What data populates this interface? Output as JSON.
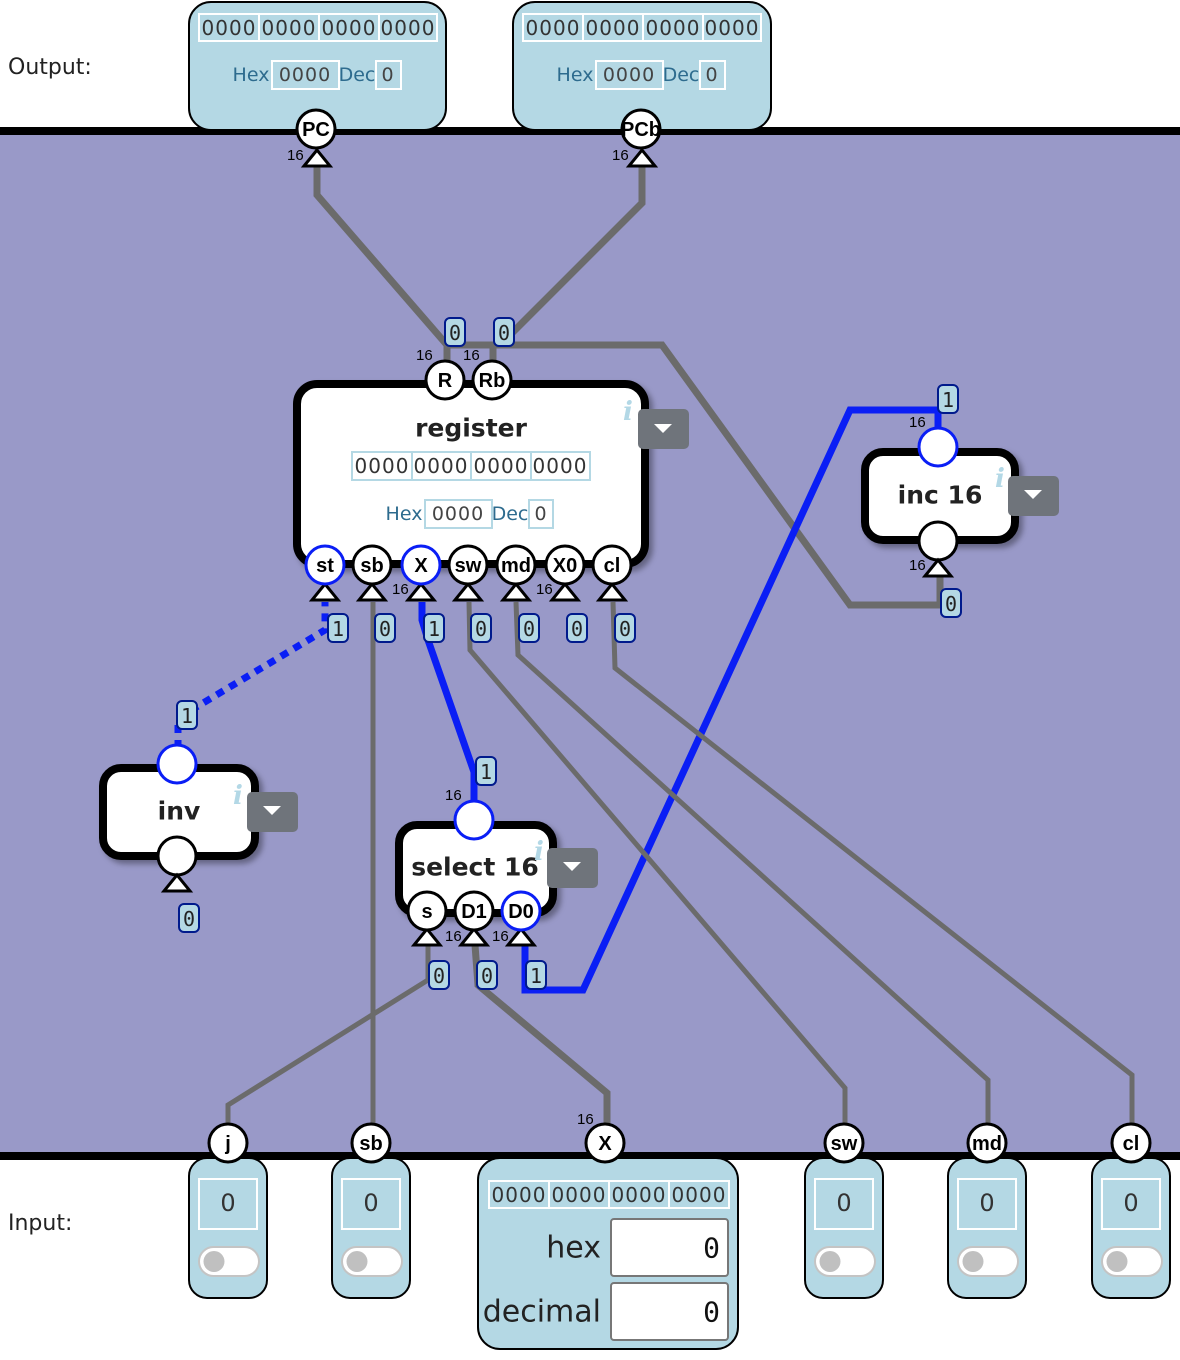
{
  "sections": {
    "output_label": "Output:",
    "input_label": "Input:"
  },
  "colors": {
    "canvas_bg": "#9999c8",
    "panel_bg": "#b4d8e4",
    "wire_off": "#6b6b6b",
    "wire_on": "#0a1ef5",
    "menu_button": "#6f747b"
  },
  "outputs": [
    {
      "pin": "PC",
      "width": "16",
      "bits": [
        "0000",
        "0000",
        "0000",
        "0000"
      ],
      "hex_label": "Hex",
      "hex": "0000",
      "dec_label": "Dec",
      "dec": "0"
    },
    {
      "pin": "PCb",
      "width": "16",
      "bits": [
        "0000",
        "0000",
        "0000",
        "0000"
      ],
      "hex_label": "Hex",
      "hex": "0000",
      "dec_label": "Dec",
      "dec": "0"
    }
  ],
  "chips": {
    "register": {
      "title": "register",
      "bits": [
        "0000",
        "0000",
        "0000",
        "0000"
      ],
      "hex_label": "Hex",
      "hex": "0000",
      "dec_label": "Dec",
      "dec": "0",
      "out_pins": [
        {
          "name": "R",
          "width": "16",
          "value": "0"
        },
        {
          "name": "Rb",
          "width": "16",
          "value": "0"
        }
      ],
      "in_pins": [
        {
          "name": "st",
          "width": "",
          "value": "1",
          "active": true
        },
        {
          "name": "sb",
          "width": "",
          "value": "0",
          "active": false
        },
        {
          "name": "X",
          "width": "16",
          "value": "1",
          "active": true
        },
        {
          "name": "sw",
          "width": "",
          "value": "0",
          "active": false
        },
        {
          "name": "md",
          "width": "",
          "value": "0",
          "active": false
        },
        {
          "name": "X0",
          "width": "16",
          "value": "0",
          "active": false
        },
        {
          "name": "cl",
          "width": "",
          "value": "0",
          "active": false
        }
      ]
    },
    "inc16": {
      "title": "inc 16",
      "out_width": "16",
      "out_value": "1",
      "in_width": "16",
      "in_value": "0"
    },
    "inv": {
      "title": "inv",
      "out_value": "1",
      "in_value": "0"
    },
    "select16": {
      "title": "select 16",
      "out_width": "16",
      "out_value": "1",
      "in_pins": [
        {
          "name": "s",
          "width": "",
          "value": "0",
          "active": false
        },
        {
          "name": "D1",
          "width": "16",
          "value": "0",
          "active": false
        },
        {
          "name": "D0",
          "width": "16",
          "value": "1",
          "active": true
        }
      ]
    }
  },
  "info_glyph": "i",
  "inputs": [
    {
      "pin": "j",
      "value": "0",
      "toggle_on": false
    },
    {
      "pin": "sb",
      "value": "0",
      "toggle_on": false
    },
    {
      "pin": "X",
      "width": "16",
      "bits": [
        "0000",
        "0000",
        "0000",
        "0000"
      ],
      "hex_label": "hex",
      "hex": "0",
      "decimal_label": "decimal",
      "decimal": "0"
    },
    {
      "pin": "sw",
      "value": "0",
      "toggle_on": false
    },
    {
      "pin": "md",
      "value": "0",
      "toggle_on": false
    },
    {
      "pin": "cl",
      "value": "0",
      "toggle_on": false
    }
  ]
}
